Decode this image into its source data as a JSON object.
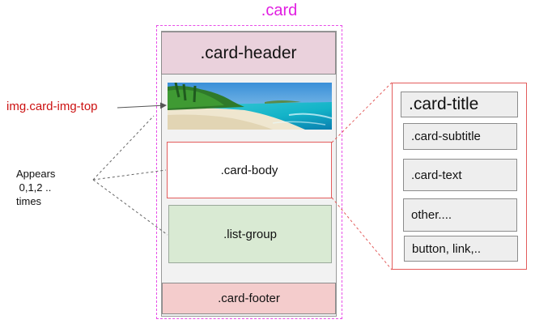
{
  "card": {
    "label": ".card",
    "header": ".card-header",
    "body": ".card-body",
    "list_group": ".list-group",
    "footer": ".card-footer"
  },
  "image_caption": "img.card-img-top",
  "appears_note": [
    "Appears",
    " 0,1,2 ..",
    "times"
  ],
  "body_contents": {
    "title": ".card-title",
    "subtitle": ".card-subtitle",
    "text": ".card-text",
    "other": "other....",
    "actions": "button, link,.."
  },
  "colors": {
    "card_outline": "#e84ee8",
    "header_fill": "#ead1dc",
    "body_border": "#e35c5c",
    "list_group_fill": "#d9ead3",
    "footer_fill": "#f4cccc",
    "caption_text": "#cc1111"
  }
}
